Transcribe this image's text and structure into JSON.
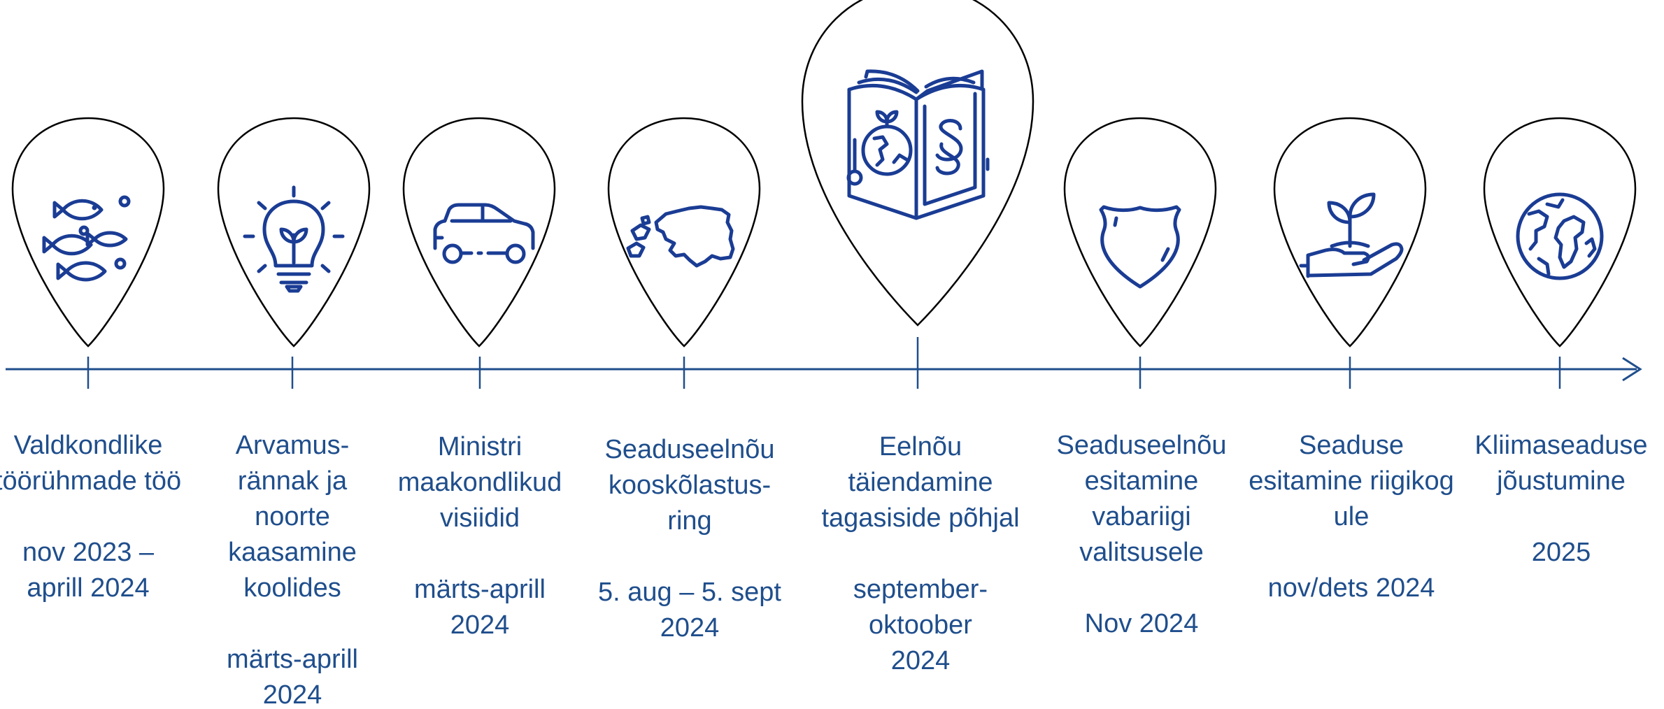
{
  "colors": {
    "accent": "#1f4e8c",
    "icon": "#1a3c94",
    "pin_outline": "#000000",
    "background": "#ffffff"
  },
  "milestones": [
    {
      "title_lines": [
        "Valdkondlike",
        "töörühmade töö"
      ],
      "date_lines": [
        "nov 2023 –",
        "aprill 2024"
      ],
      "icon": "fish-icon"
    },
    {
      "title_lines": [
        "Arvamus-",
        "rännak ja",
        "noorte",
        "kaasamine",
        "koolides"
      ],
      "date_lines": [
        "märts-aprill",
        "2024"
      ],
      "icon": "lightbulb-icon"
    },
    {
      "title_lines": [
        "Ministri",
        "maakondlikud",
        "visiidid"
      ],
      "date_lines": [
        "märts-aprill",
        "2024"
      ],
      "icon": "car-icon"
    },
    {
      "title_lines": [
        "Seaduseelnõu",
        "kooskõlastus-",
        "ring"
      ],
      "date_lines": [
        "5. aug – 5. sept",
        "2024"
      ],
      "icon": "estonia-map-icon"
    },
    {
      "title_lines": [
        "Eelnõu",
        "täiendamine",
        "tagasiside põhjal"
      ],
      "date_lines": [
        "september-",
        "oktoober",
        "2024"
      ],
      "icon": "law-book-icon"
    },
    {
      "title_lines": [
        "Seaduseelnõu",
        "esitamine",
        "vabariigi",
        "valitsusele"
      ],
      "date_lines": [
        "Nov 2024"
      ],
      "icon": "shield-icon"
    },
    {
      "title_lines": [
        "Seaduse",
        "esitamine  riigikog",
        "ule"
      ],
      "date_lines": [
        "nov/dets 2024"
      ],
      "icon": "hand-plant-icon"
    },
    {
      "title_lines": [
        "Kliimaseaduse",
        "jõustumine"
      ],
      "date_lines": [
        "2025"
      ],
      "icon": "globe-icon"
    }
  ]
}
